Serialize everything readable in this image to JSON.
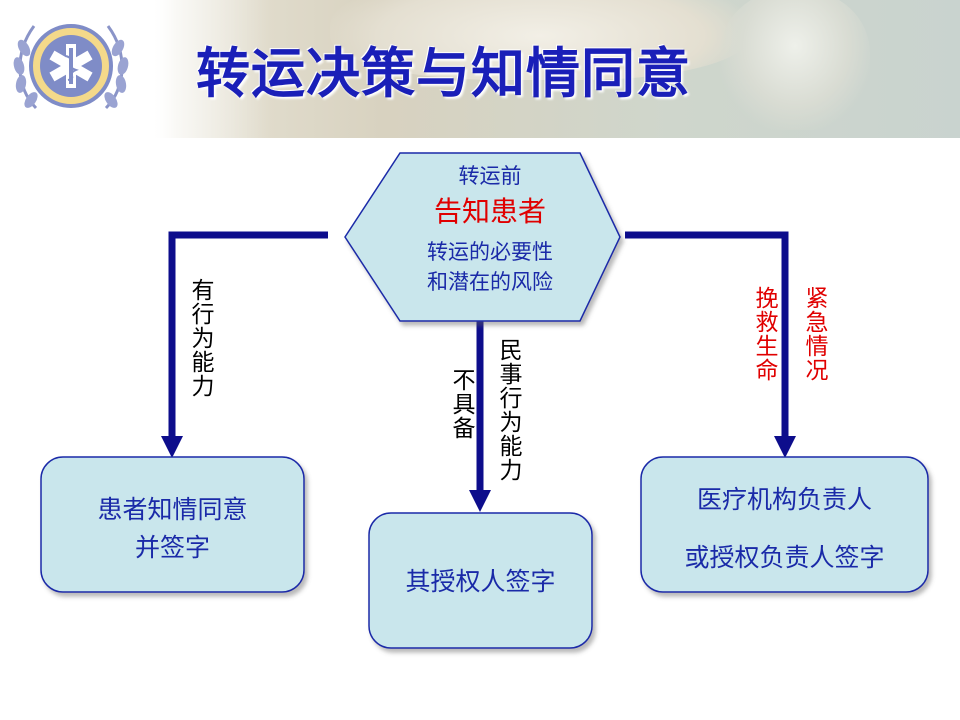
{
  "title": "转运决策与知情同意",
  "center": {
    "line1": "转运前",
    "line2": "告知患者",
    "line3": "转运的必要性",
    "line4": "和潜在的风险"
  },
  "left_branch": {
    "label": "有行为能力",
    "box_line1": "患者知情同意",
    "box_line2": "并签字"
  },
  "middle_branch": {
    "label_right": "民事行为能力",
    "label_left": "不具备",
    "box_text": "其授权人签字"
  },
  "right_branch": {
    "label_left": "挽救生命",
    "label_right": "紧急情况",
    "box_line1": "医疗机构负责人",
    "box_line2": "或授权负责人签字"
  },
  "colors": {
    "title": "#1a1fb8",
    "arrow": "#0d0d8c",
    "box_fill": "#c9e6ec",
    "box_border": "#1a2aa8",
    "accent_red": "#e00000"
  }
}
